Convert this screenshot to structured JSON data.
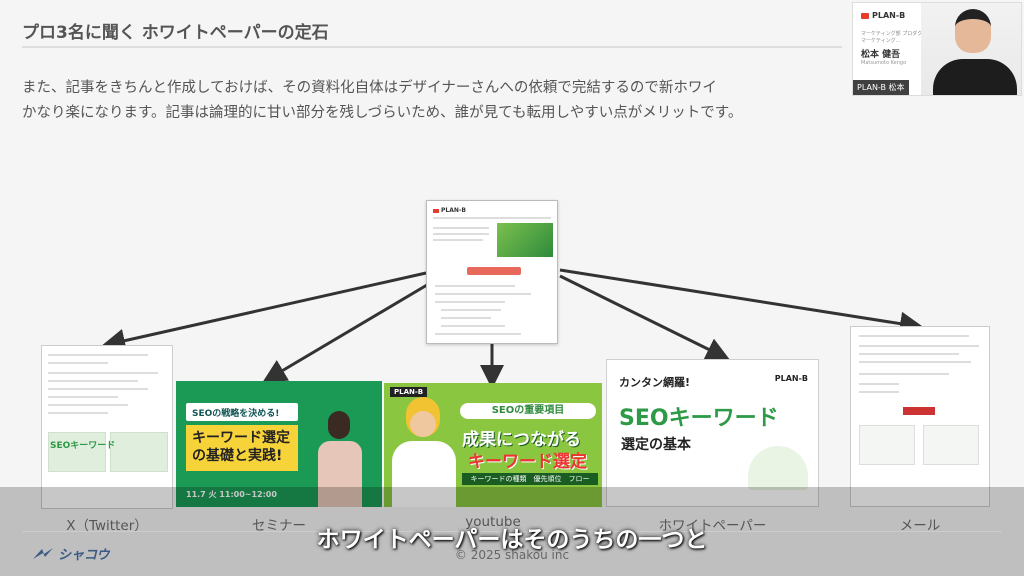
{
  "slide": {
    "title": "プロ3名に聞く ホワイトペーパーの定石",
    "line1": "また、記事をきちんと作成しておけば、その資料化自体はデザイナーさんへの依頼で完結するので新ホワイ",
    "line2": "かなり楽になります。記事は論理的に甘い部分を残しづらいため、誰が見ても転用しやすい点がメリットです。"
  },
  "speaker": {
    "logo": "PLAN-B",
    "role": "マーケティング部 プロダクトマーケティング...",
    "name": "松本 健吾",
    "name_en": "Matsumoto Kengo",
    "tag": "PLAN-B 松本"
  },
  "diagram": {
    "center_logo": "PLAN-B",
    "twitter": {
      "seo": "SEOキーワード"
    },
    "seminar": {
      "badge": "SEOの戦略を決める!",
      "main": "キーワード選定の基礎と実践!",
      "date": "11.7 火 11:00~12:00"
    },
    "youtube": {
      "logo": "PLAN-B",
      "tag": "SEOの重要項目",
      "line1": "成果につながる",
      "line2": "キーワード選定",
      "chips": "キーワードの種類　優先順位　フロー"
    },
    "whitepaper": {
      "kicker": "カンタン網羅!",
      "logo": "PLAN-B",
      "title": "SEOキーワード",
      "subtitle": "選定の基本"
    },
    "labels": {
      "twitter": "X（Twitter）",
      "seminar": "セミナー",
      "youtube": "youtube",
      "whitepaper": "ホワイトペーパー",
      "mail": "メール"
    }
  },
  "footer": {
    "logo": "シャコウ",
    "copyright": "© 2025 shakou inc"
  },
  "caption": "ホワイトペーパーはそのうちの一つと"
}
